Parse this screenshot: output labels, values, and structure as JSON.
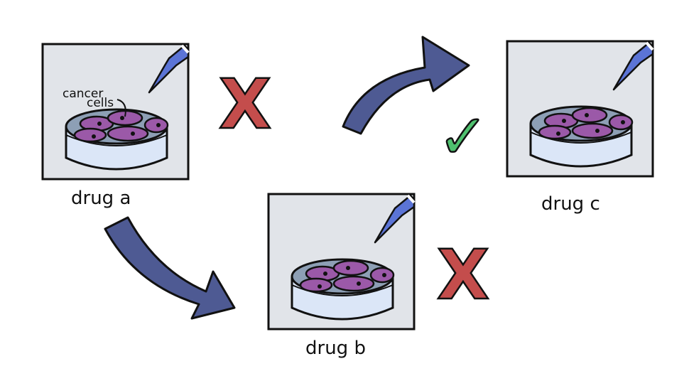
{
  "panels": [
    {
      "id": "a",
      "label": "drug a",
      "result": "fail"
    },
    {
      "id": "b",
      "label": "drug b",
      "result": "fail"
    },
    {
      "id": "c",
      "label": "drug c",
      "result": "success"
    }
  ],
  "annotation": {
    "line1": "cancer",
    "line2": "cells"
  },
  "marks": {
    "fail": "X",
    "success": "✓"
  },
  "colors": {
    "panel_bg": "#e1e4e9",
    "arrow": "#4e5a93",
    "fail": "#c44d4c",
    "success": "#4fc16f",
    "cell": "#9b59a8",
    "dish_top": "#8d9fb5",
    "dish_side": "#dbe6f7",
    "pipette": "#5b74d6"
  }
}
